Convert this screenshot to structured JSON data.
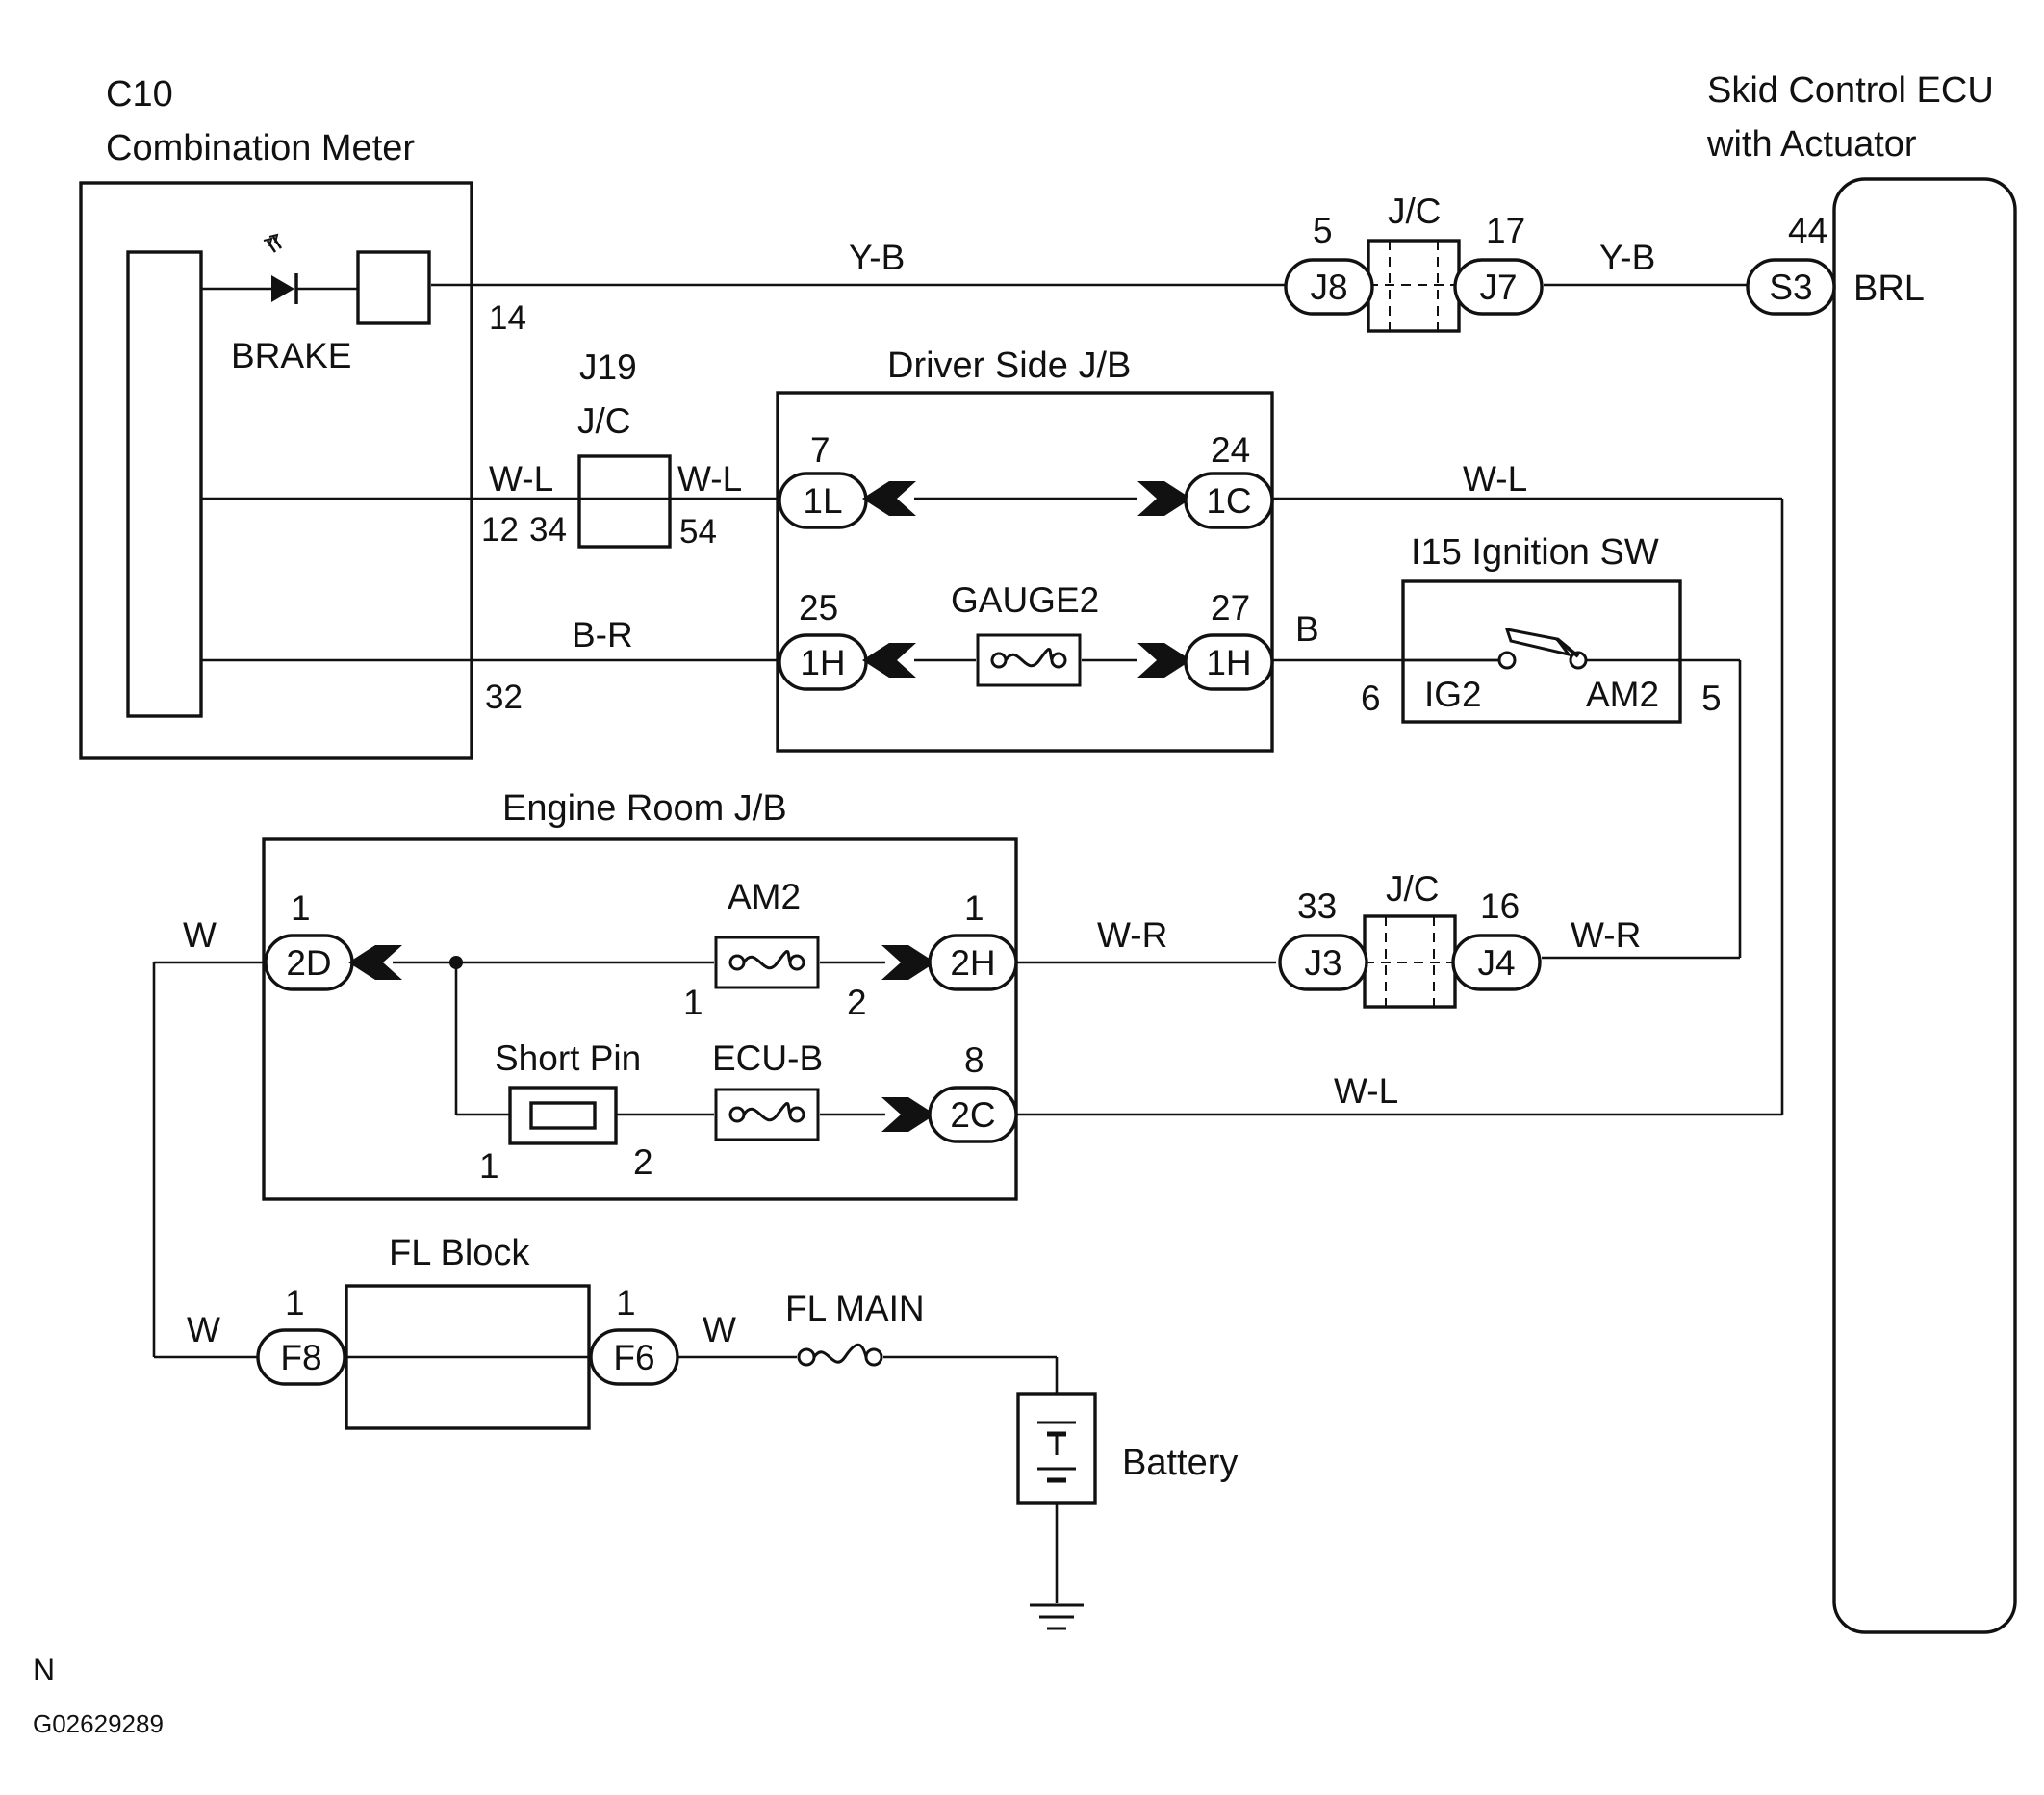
{
  "combination_meter": {
    "code": "C10",
    "title": "Combination Meter",
    "lamp_label": "BRAKE",
    "pins": {
      "p14": "14",
      "p12": "12",
      "p34": "34",
      "p32": "32"
    }
  },
  "skid_ecu": {
    "title_line1": "Skid Control ECU",
    "title_line2": "with Actuator",
    "pin_label": "BRL",
    "pin_number": "44",
    "connector": "S3"
  },
  "jc_top": {
    "label": "J/C",
    "left_pin": "5",
    "left_conn": "J8",
    "right_pin": "17",
    "right_conn": "J7"
  },
  "j19": {
    "code": "J19",
    "label": "J/C",
    "right_pin": "54"
  },
  "driver_jb": {
    "title": "Driver Side J/B",
    "upper_left": {
      "pin": "7",
      "conn": "1L"
    },
    "upper_right": {
      "pin": "24",
      "conn": "1C"
    },
    "lower_left": {
      "pin": "25",
      "conn": "1H"
    },
    "lower_right": {
      "pin": "27",
      "conn": "1H"
    },
    "fuse": "GAUGE2"
  },
  "ignition_sw": {
    "title": "I15 Ignition SW",
    "left_terminal": "IG2",
    "right_terminal": "AM2",
    "left_pin": "6",
    "right_pin": "5"
  },
  "engine_jb": {
    "title": "Engine Room J/B",
    "conn_2d": {
      "pin": "1",
      "conn": "2D"
    },
    "conn_2h": {
      "pin": "1",
      "conn": "2H"
    },
    "conn_2c": {
      "pin": "8",
      "conn": "2C"
    },
    "am2": {
      "label": "AM2",
      "pin1": "1",
      "pin2": "2"
    },
    "short_pin": {
      "label": "Short Pin",
      "pin1": "1",
      "pin2": "2"
    },
    "ecub": {
      "label": "ECU-B"
    }
  },
  "jc_mid": {
    "label": "J/C",
    "left_pin": "33",
    "left_conn": "J3",
    "right_pin": "16",
    "right_conn": "J4"
  },
  "fl_block": {
    "title": "FL Block",
    "left_pin": "1",
    "left_conn": "F8",
    "right_pin": "1",
    "right_conn": "F6"
  },
  "fl_main": {
    "label": "FL MAIN"
  },
  "battery": {
    "label": "Battery"
  },
  "wires": {
    "yb1": "Y-B",
    "yb2": "Y-B",
    "wl1": "W-L",
    "wl2": "W-L",
    "wl3": "W-L",
    "wl4": "W-L",
    "br": "B-R",
    "b": "B",
    "wr1": "W-R",
    "wr2": "W-R",
    "w1": "W",
    "w2": "W",
    "w3": "W"
  },
  "footer": {
    "mark": "N",
    "code": "G02629289"
  }
}
